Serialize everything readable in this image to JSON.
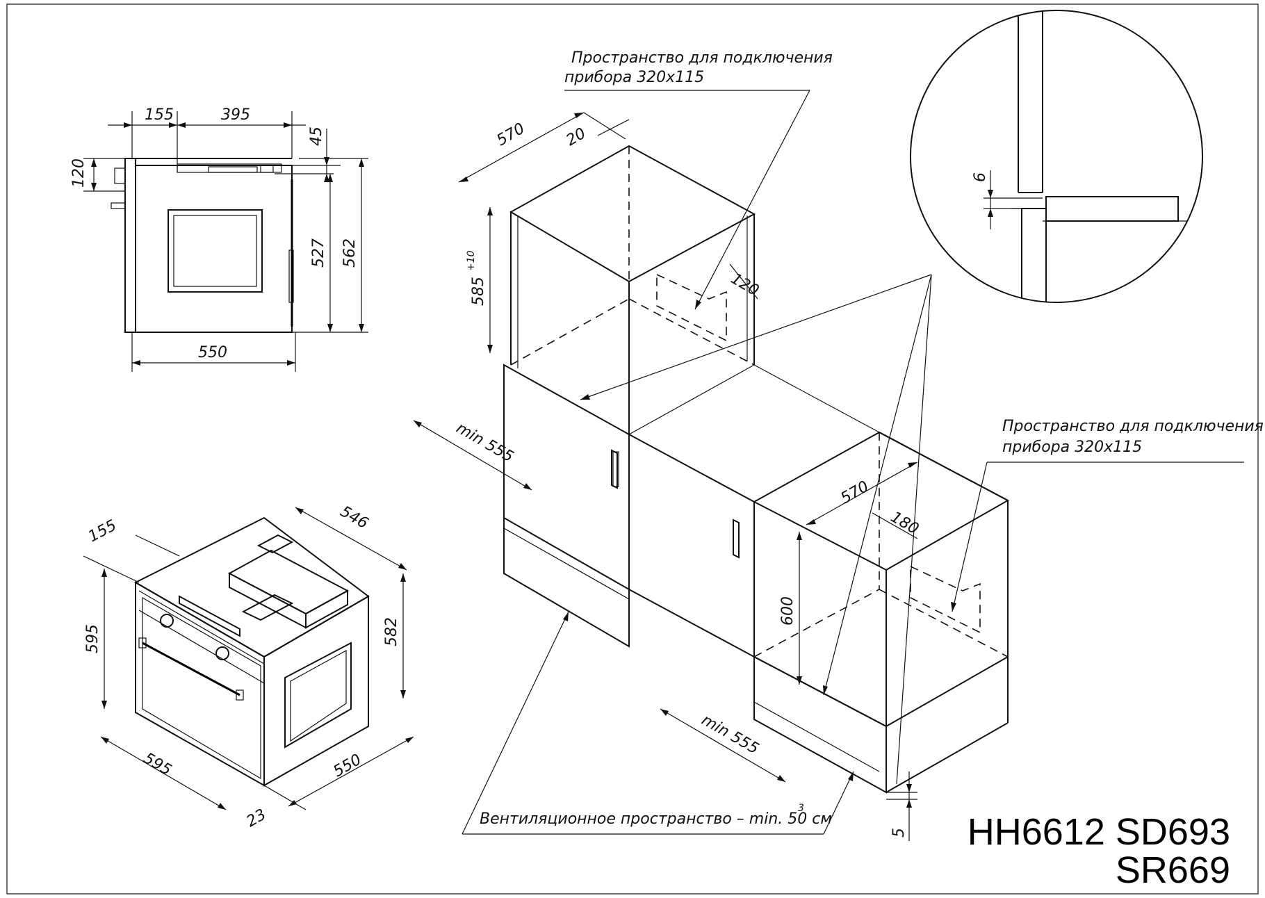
{
  "title": {
    "line1": "HH6612 SD693",
    "line2": "SR669"
  },
  "side_view": {
    "dims": {
      "d155": "155",
      "d395": "395",
      "d45": "45",
      "d120": "120",
      "d527": "527",
      "d562": "562",
      "d550": "550"
    }
  },
  "iso_oven": {
    "dims": {
      "d155": "155",
      "d546": "546",
      "d595_h": "595",
      "d582": "582",
      "d595_w": "595",
      "d550": "550",
      "d23": "23"
    }
  },
  "cabinet": {
    "dims": {
      "d570_top": "570",
      "d20": "20",
      "d585": "585",
      "d585_tol": "+10",
      "d120": "120",
      "d555_a": "min 555",
      "d570_b": "570",
      "d180": "180",
      "d600": "600",
      "d555_b": "min 555",
      "d5": "5"
    },
    "notes": {
      "connection_1_l1": "Пространство для подключения",
      "connection_1_l2": "прибора 320x115",
      "connection_2_l1": "Пространство для подключения",
      "connection_2_l2": "прибора 320x115",
      "ventilation": "Вентиляционное пространство – min. 50 см",
      "ventilation_sup": "3"
    }
  },
  "detail": {
    "dims": {
      "d6": "6"
    }
  }
}
